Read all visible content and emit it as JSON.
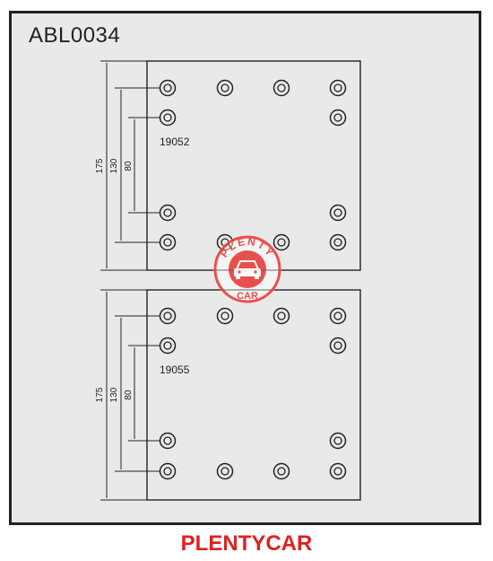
{
  "title": "ABL0034",
  "footer_brand": "PLENTYCAR",
  "colors": {
    "frame_background": "#e9e9e9",
    "line": "#222222",
    "brand_red": "#e02020",
    "watermark_red": "#e8403c"
  },
  "watermark": {
    "top_text": "PLENTY",
    "bottom_text": "CAR",
    "icon": "car-icon"
  },
  "pads": [
    {
      "part_number": "19052",
      "dimensions": {
        "overall": "175",
        "outer_holes": "130",
        "inner_holes": "80"
      }
    },
    {
      "part_number": "19055",
      "dimensions": {
        "overall": "175",
        "outer_holes": "130",
        "inner_holes": "80"
      }
    }
  ]
}
